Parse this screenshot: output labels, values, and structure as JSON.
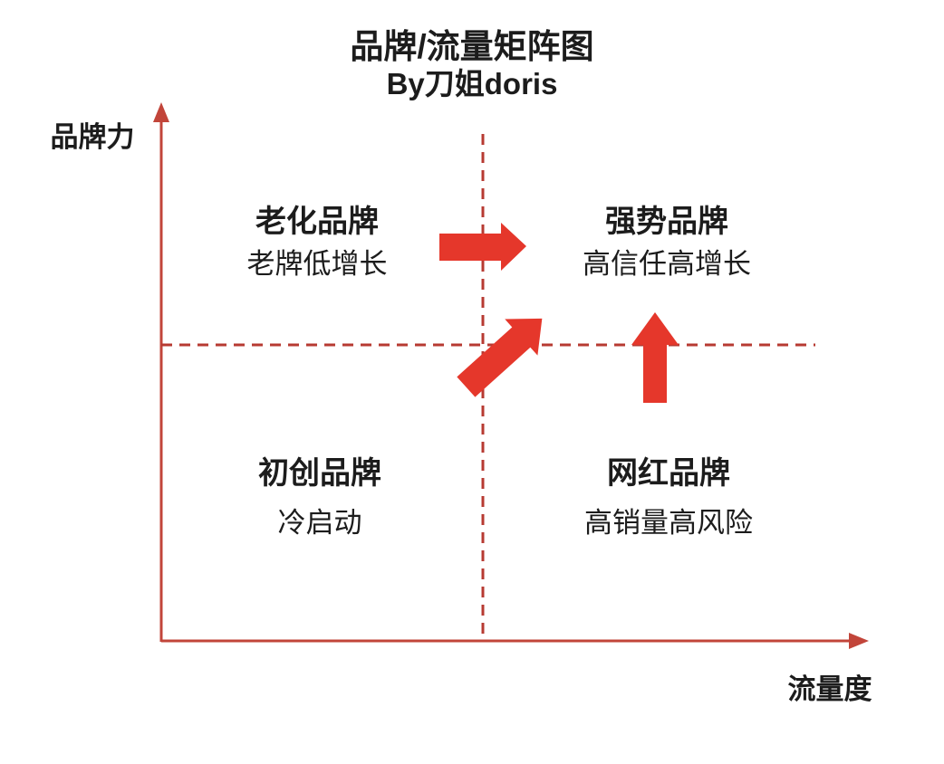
{
  "title": {
    "line1": "品牌/流量矩阵图",
    "line2": "By刀姐doris"
  },
  "axes": {
    "y_label": "品牌力",
    "x_label": "流量度"
  },
  "quadrants": {
    "top_left": {
      "name": "老化品牌",
      "desc": "老牌低增长"
    },
    "top_right": {
      "name": "强势品牌",
      "desc": "高信任高增长"
    },
    "bottom_left": {
      "name": "初创品牌",
      "desc": "冷启动"
    },
    "bottom_right": {
      "name": "网红品牌",
      "desc": "高销量高风险"
    }
  },
  "arrows": [
    {
      "name": "aging-to-strong-arrow",
      "direction": "right"
    },
    {
      "name": "startup-to-strong-arrow",
      "direction": "up-right"
    },
    {
      "name": "influencer-to-strong-arrow",
      "direction": "up"
    }
  ],
  "colors": {
    "axis": "#c2453a",
    "dashed": "#b73a32",
    "arrow": "#e5372b",
    "text": "#1c1c1c",
    "background": "#ffffff"
  }
}
